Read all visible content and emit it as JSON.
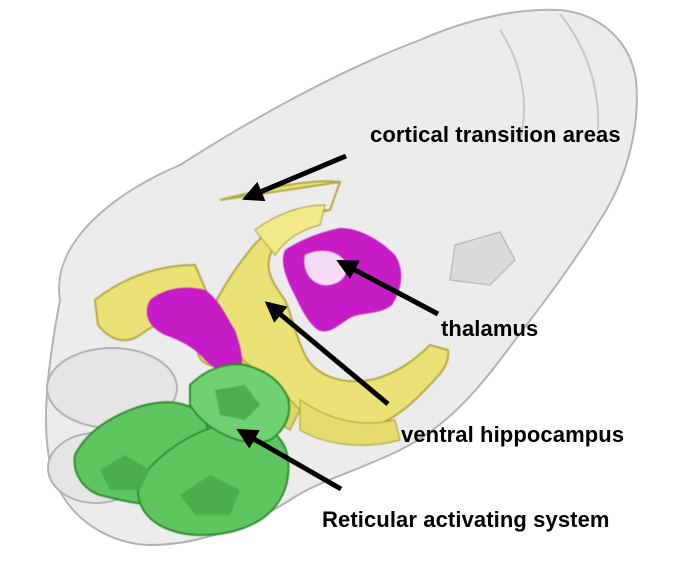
{
  "labels": {
    "cortical_transition_areas": "cortical transition areas",
    "thalamus": "thalamus",
    "ventral_hippocampus": "ventral hippocampus",
    "reticular_activating_system": "Reticular activating system"
  },
  "colors": {
    "brain_outline": "#9a9a9a",
    "brain_fill": "#e6e6e6",
    "cortical_transition": "#e9e274",
    "cortical_edge": "#b3a93c",
    "thalamus": "#c61ac6",
    "reticular": "#5fc65f",
    "reticular_edge": "#2e8b2e",
    "arrow": "#000000"
  }
}
